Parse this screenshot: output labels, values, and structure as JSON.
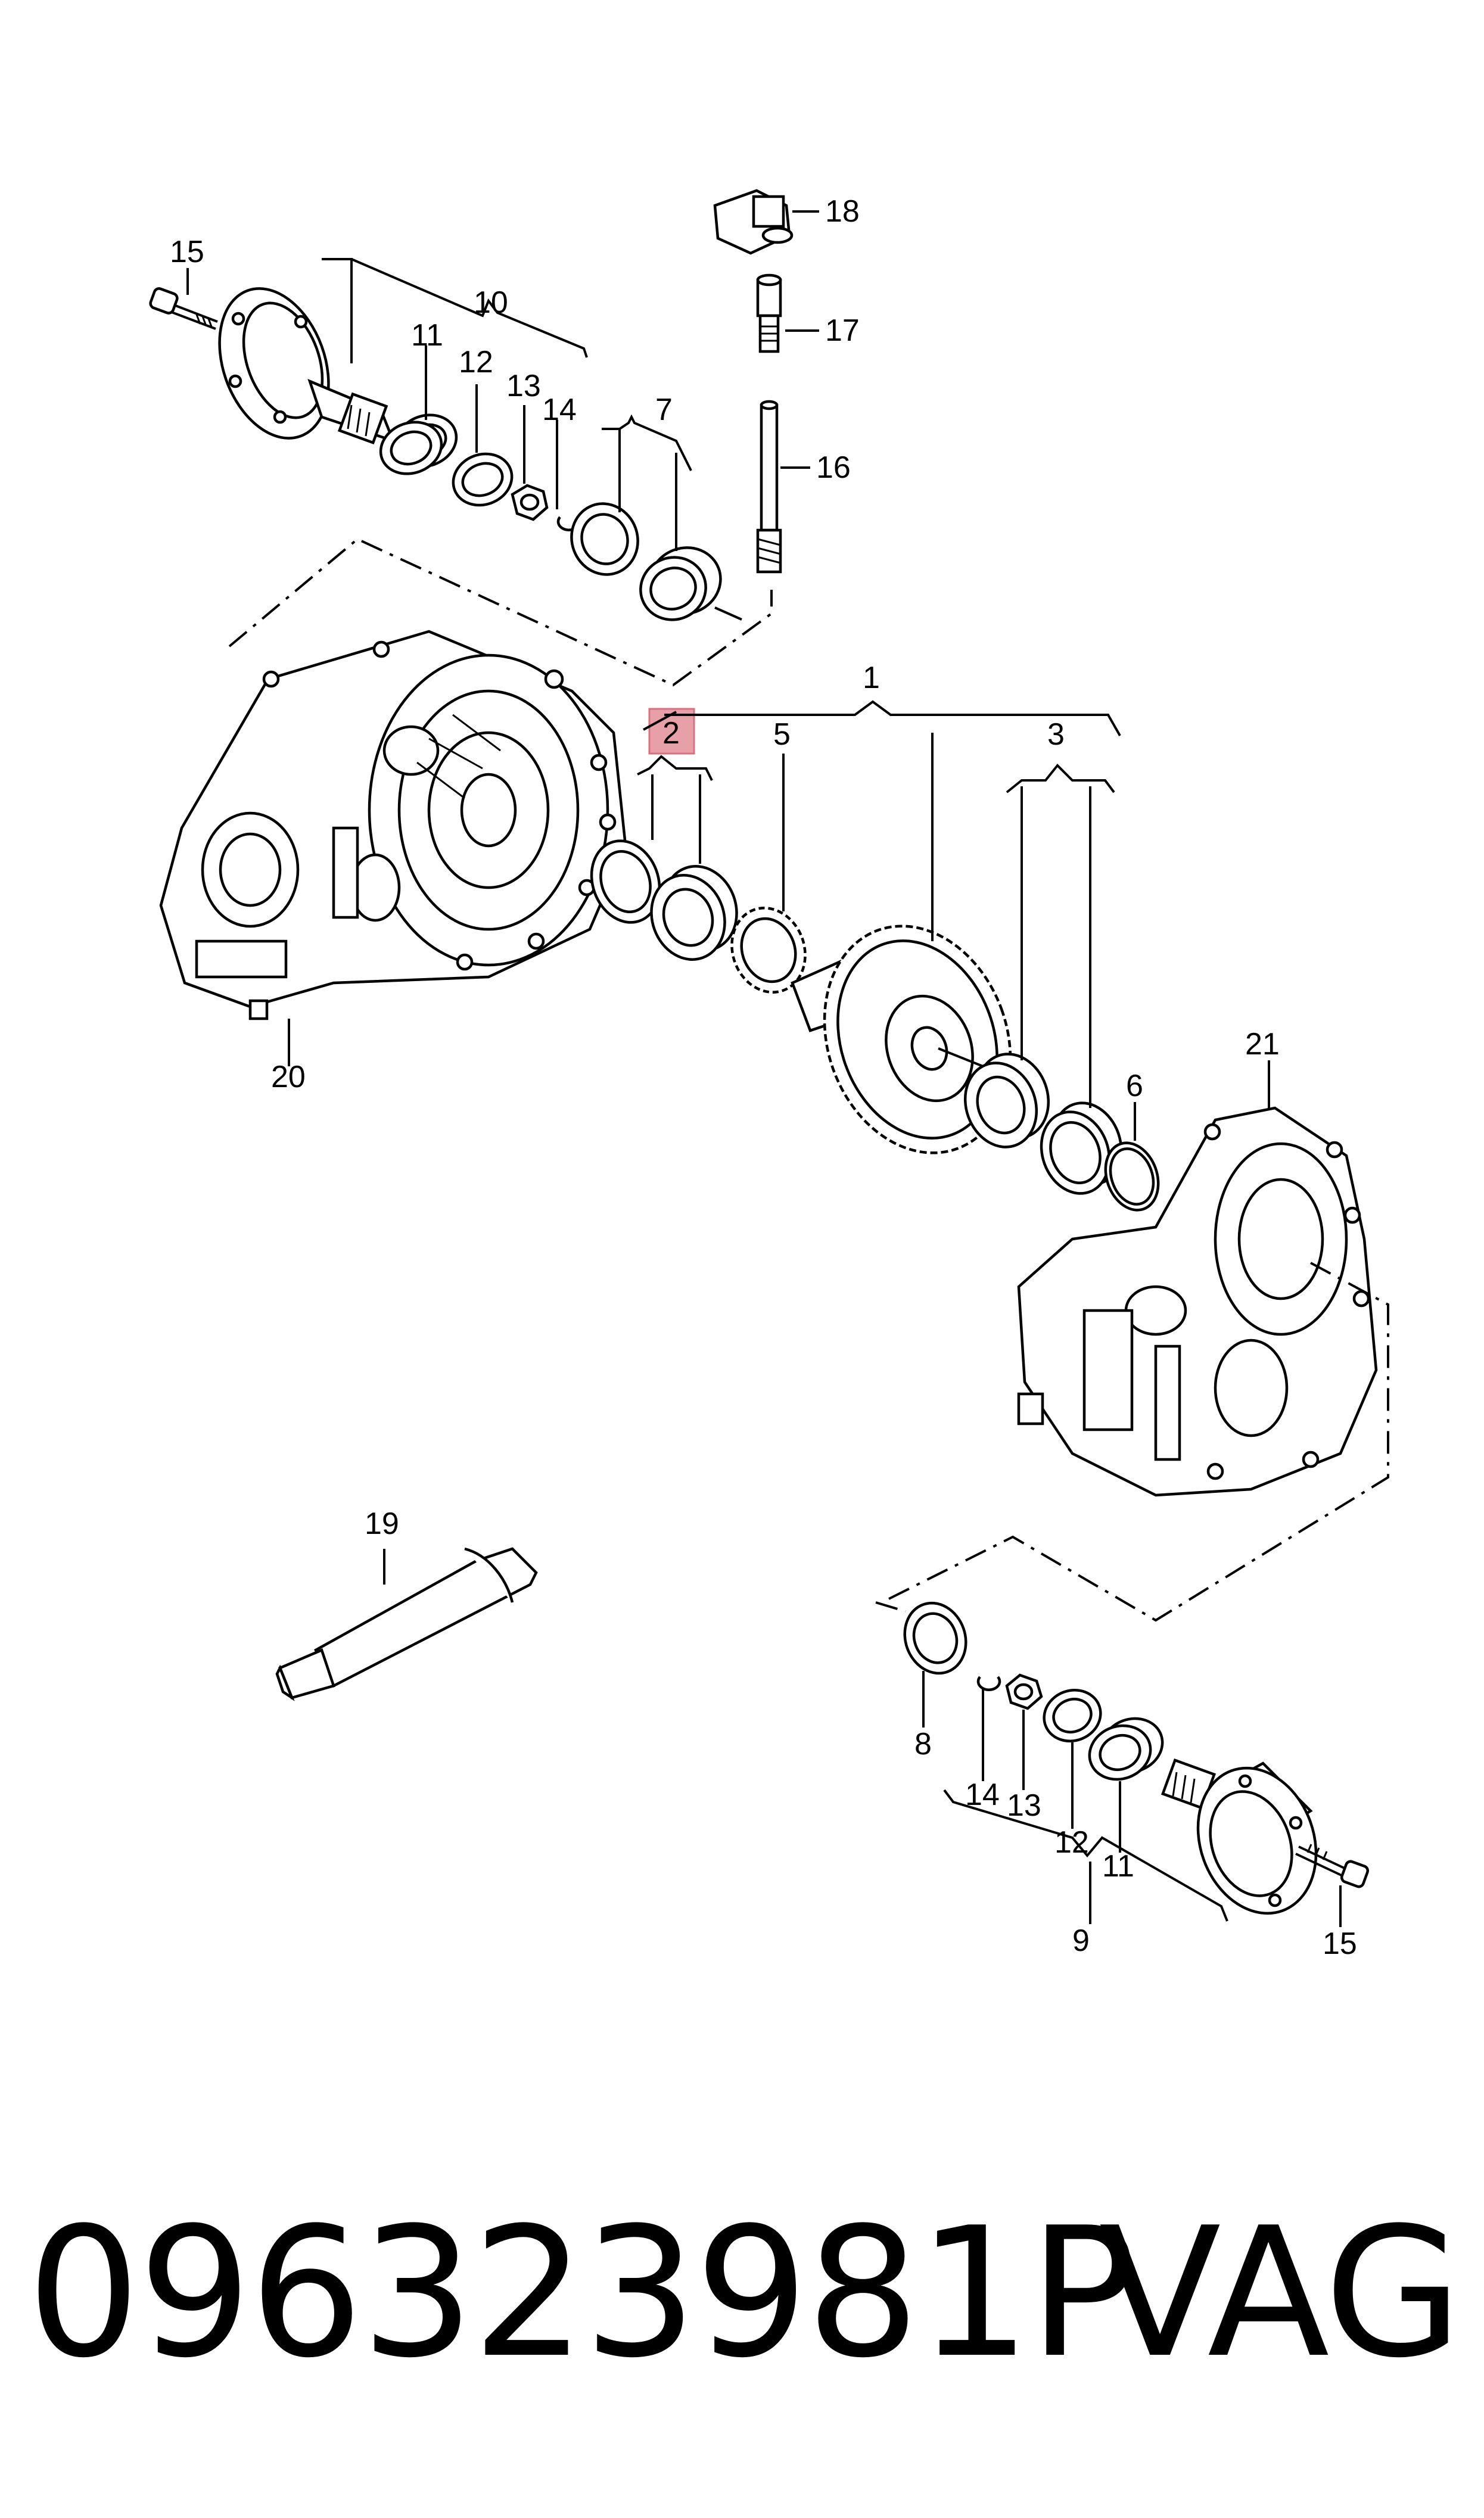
{
  "diagram": {
    "callouts": {
      "c1": "1",
      "c2": "2",
      "c3": "3",
      "c5": "5",
      "c6": "6",
      "c7": "7",
      "c8": "8",
      "c9": "9",
      "c10": "10",
      "c11a": "11",
      "c11b": "11",
      "c12a": "12",
      "c12b": "12",
      "c13a": "13",
      "c13b": "13",
      "c14a": "14",
      "c14b": "14",
      "c15a": "15",
      "c15b": "15",
      "c16": "16",
      "c17": "17",
      "c18": "18",
      "c19": "19",
      "c20": "20",
      "c21": "21"
    },
    "highlight_color": "#e8a0a8"
  },
  "footer": {
    "part_number": "096323981P",
    "brand": "VAG"
  }
}
